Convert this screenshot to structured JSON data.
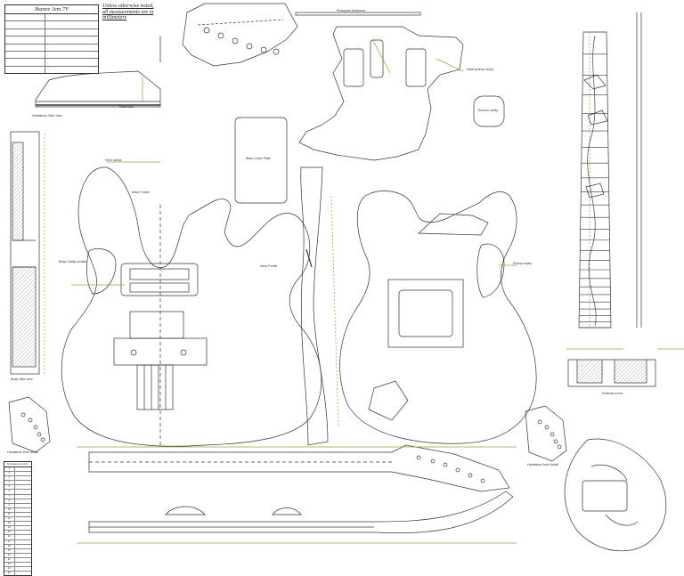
{
  "spec": {
    "title": "Ibanez Jem 7V",
    "rows": [
      {
        "k": "",
        "v": ""
      },
      {
        "k": "",
        "v": ""
      },
      {
        "k": "",
        "v": ""
      },
      {
        "k": "",
        "v": ""
      },
      {
        "k": "",
        "v": ""
      },
      {
        "k": "",
        "v": ""
      },
      {
        "k": "",
        "v": ""
      },
      {
        "k": "",
        "v": ""
      }
    ]
  },
  "note": {
    "text": "Unless otherwise noted, all measurements are in millimeters"
  },
  "labels": {
    "pickguard": "Pickguard thickness",
    "headstock_side": "Headstock Side view",
    "body_side": "Body Side view",
    "neck_pocket": "Neck Pocket",
    "back_cover": "Back Cover Plate",
    "neck_profile": "Neck Profile",
    "fretboard_end": "Fretboard end",
    "body_cavity": "Body Cavity section",
    "headstock_detail": "Headstock front detail",
    "tremolo_cavity": "Tremolo cavity",
    "pickup_cavity": "Pickup cavity",
    "neck_heel": "Neck heel",
    "pickup_ring": "Neck pickup cavity",
    "horn_radius": "Horn radius",
    "fret_table_title": "Fret placement (mm)"
  },
  "frets": [
    {
      "n": "1",
      "d": ""
    },
    {
      "n": "2",
      "d": ""
    },
    {
      "n": "3",
      "d": ""
    },
    {
      "n": "4",
      "d": ""
    },
    {
      "n": "5",
      "d": ""
    },
    {
      "n": "6",
      "d": ""
    },
    {
      "n": "7",
      "d": ""
    },
    {
      "n": "8",
      "d": ""
    },
    {
      "n": "9",
      "d": ""
    },
    {
      "n": "10",
      "d": ""
    },
    {
      "n": "11",
      "d": ""
    },
    {
      "n": "12",
      "d": ""
    },
    {
      "n": "13",
      "d": ""
    },
    {
      "n": "14",
      "d": ""
    },
    {
      "n": "15",
      "d": ""
    },
    {
      "n": "16",
      "d": ""
    },
    {
      "n": "17",
      "d": ""
    },
    {
      "n": "18",
      "d": ""
    },
    {
      "n": "19",
      "d": ""
    },
    {
      "n": "20",
      "d": ""
    },
    {
      "n": "21",
      "d": ""
    },
    {
      "n": "22",
      "d": ""
    },
    {
      "n": "23",
      "d": ""
    },
    {
      "n": "24",
      "d": ""
    }
  ],
  "colors": {
    "line": "#333333",
    "dim": "#9aa02a",
    "hatch": "#777777",
    "inlay": "#444444"
  }
}
